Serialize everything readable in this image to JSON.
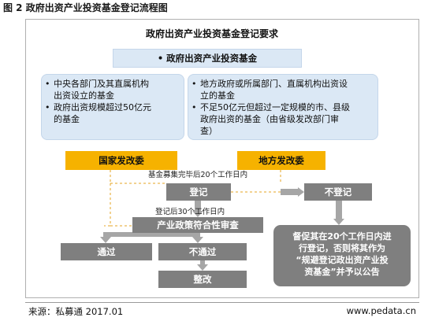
{
  "figure_title": "图 2  政府出资产业投资基金登记流程图",
  "requirements_title": "政府出资产业投资基金登记要求",
  "top_box": "• 政府出资产业投资基金",
  "left_box": {
    "items": [
      {
        "bullet": "•",
        "lines": [
          "中央各部门及其直属机构",
          "出资设立的基金"
        ]
      },
      {
        "bullet": "•",
        "lines": [
          "政府出资规模超过50亿元",
          "的基金"
        ]
      }
    ]
  },
  "right_box": {
    "items": [
      {
        "bullet": "•",
        "lines": [
          "地方政府或所属部门、直属机构出资设",
          "立的基金"
        ]
      },
      {
        "bullet": "•",
        "lines": [
          "不足50亿元但超过一定规模的市、县级",
          "政府出资的基金（由省级发改部门审",
          "查）"
        ]
      }
    ]
  },
  "national_commission": "国家发改委",
  "local_commission": "地方发改委",
  "note_after_raise": "基金募集完毕后20个工作日内",
  "register": "登记",
  "not_register": "不登记",
  "note_after_register": "登记后30个工作日内",
  "policy_review": "产业政策符合性审查",
  "pass": "通过",
  "fail": "不通过",
  "rectify": "整改",
  "urge_box": {
    "lines": [
      "督促其在20个工作日内进",
      "行登记，否则将其作为",
      "“规避登记政出资产业投",
      "资基金”并予以公告"
    ]
  },
  "source": "来源：私募通  2017.01",
  "website": "www.pedata.cn",
  "colors": {
    "light_blue": "#dbe8f5",
    "orange": "#f6b200",
    "grey": "#7f7f7f",
    "dashed_line": "#e5a623",
    "solid_line": "#a6a6a6"
  }
}
